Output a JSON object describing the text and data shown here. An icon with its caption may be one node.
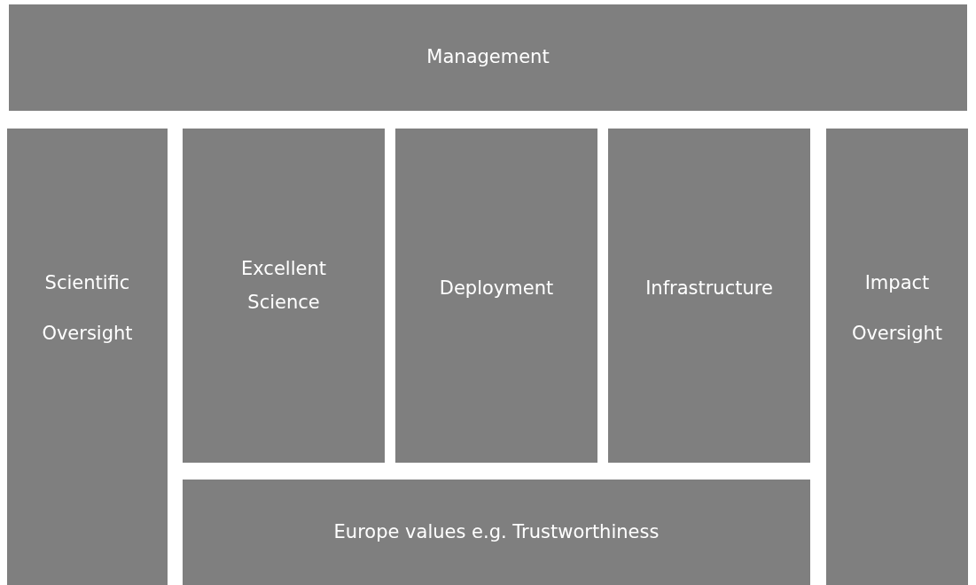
{
  "diagram": {
    "nodes": [
      {
        "text": [
          "Management"
        ]
      },
      {
        "text": [
          "Scientific Oversight"
        ]
      },
      {
        "text": [
          "Excellent Science"
        ]
      },
      {
        "text": [
          "Deployment"
        ]
      },
      {
        "text": [
          "Infrastructure"
        ]
      },
      {
        "text": [
          "Impact Oversight"
        ]
      },
      {
        "text": [
          "Europe values e.g. Trustworthiness"
        ]
      }
    ]
  }
}
